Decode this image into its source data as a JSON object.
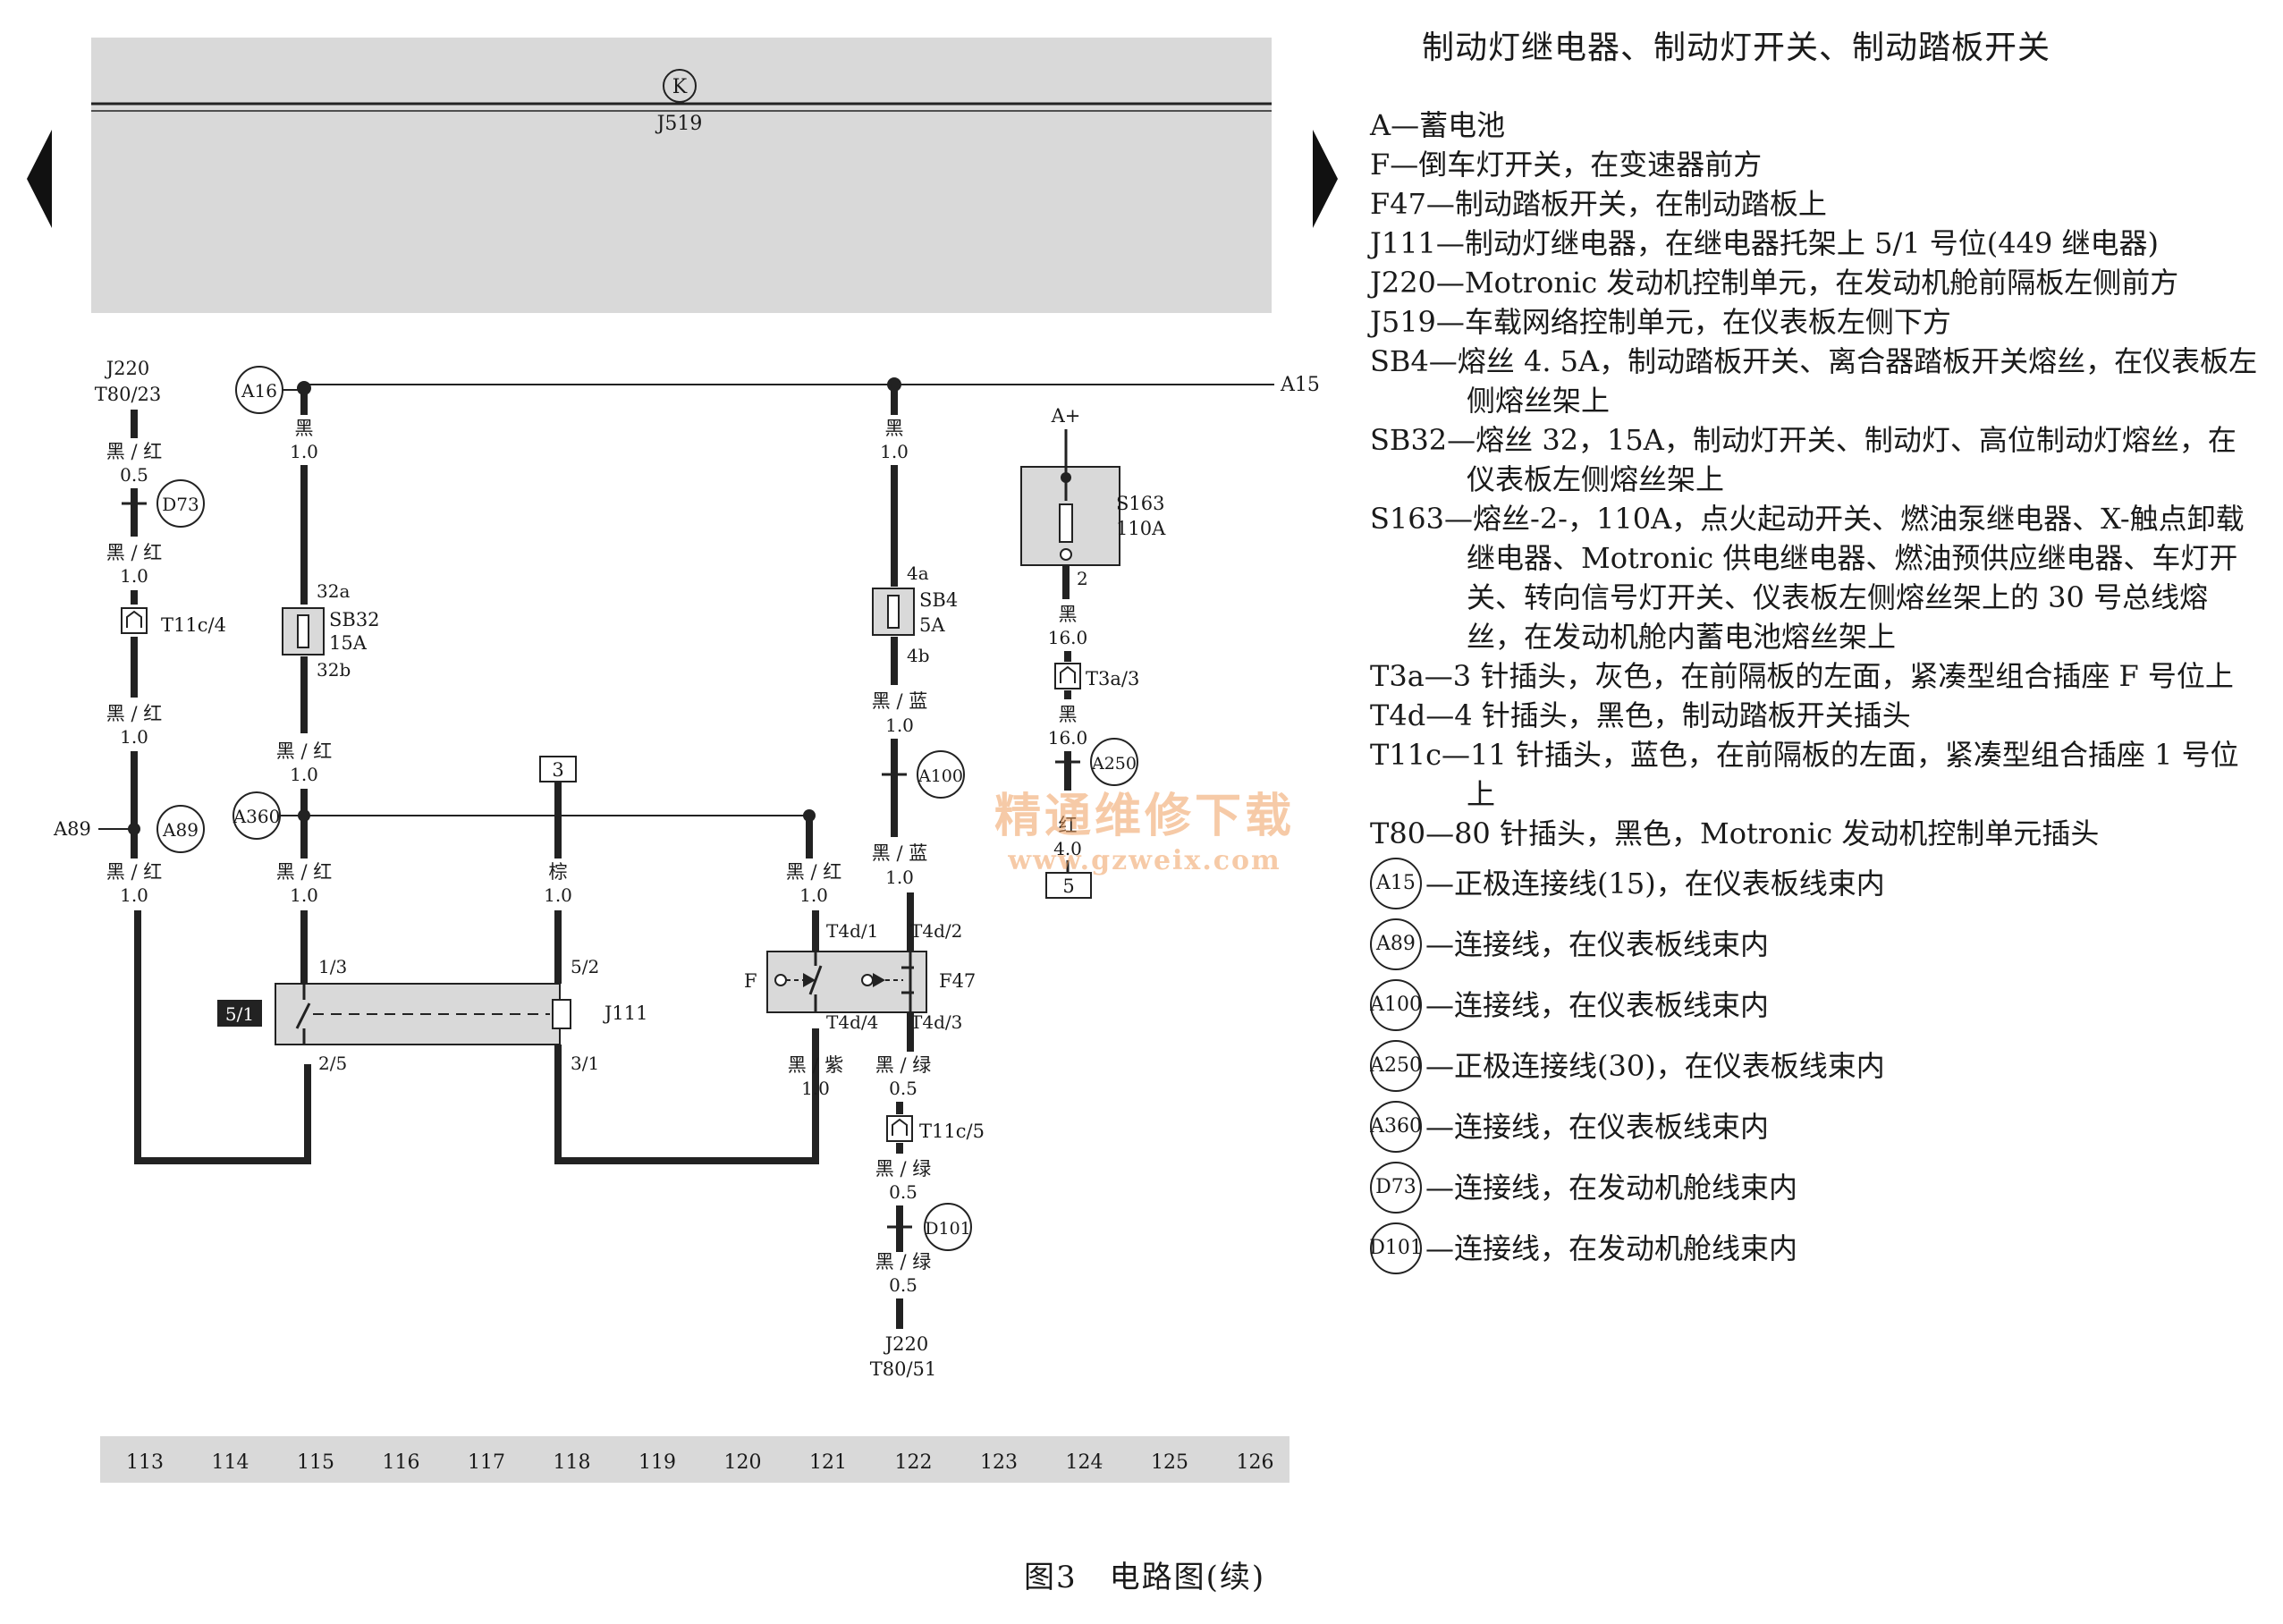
{
  "title": "制动灯继电器、制动灯开关、制动踏板开关",
  "caption": "图3　电路图(续)",
  "watermark": {
    "line1": "精通维修下载",
    "line2": "www.gzweix.com"
  },
  "legend": [
    {
      "code": "A",
      "text": "—蓄电池"
    },
    {
      "code": "F",
      "text": "—倒车灯开关，在变速器前方"
    },
    {
      "code": "F47",
      "text": "—制动踏板开关，在制动踏板上"
    },
    {
      "code": "J111",
      "text": "—制动灯继电器，在继电器托架上 5/1 号位(449 继电器)"
    },
    {
      "code": "J220",
      "text": "—Motronic 发动机控制单元，在发动机舱前隔板左侧前方"
    },
    {
      "code": "J519",
      "text": "—车载网络控制单元，在仪表板左侧下方"
    },
    {
      "code": "SB4",
      "text": "—熔丝 4. 5A，制动踏板开关、离合器踏板开关熔丝，在仪表板左侧熔丝架上"
    },
    {
      "code": "SB32",
      "text": "—熔丝 32，15A，制动灯开关、制动灯、高位制动灯熔丝，在仪表板左侧熔丝架上"
    },
    {
      "code": "S163",
      "text": "—熔丝-2-，110A，点火起动开关、燃油泵继电器、X-触点卸载继电器、Motronic 供电继电器、燃油预供应继电器、车灯开关、转向信号灯开关、仪表板左侧熔丝架上的 30 号总线熔丝，在发动机舱内蓄电池熔丝架上"
    },
    {
      "code": "T3a",
      "text": "—3 针插头，灰色，在前隔板的左面，紧凑型组合插座 F 号位上"
    },
    {
      "code": "T4d",
      "text": "—4 针插头，黑色，制动踏板开关插头"
    },
    {
      "code": "T11c",
      "text": "—11 针插头，蓝色，在前隔板的左面，紧凑型组合插座 1 号位上"
    },
    {
      "code": "T80",
      "text": "—80 针插头，黑色，Motronic 发动机控制单元插头"
    }
  ],
  "connections": [
    {
      "code": "A15",
      "text": "—正极连接线(15)，在仪表板线束内"
    },
    {
      "code": "A89",
      "text": "—连接线，在仪表板线束内"
    },
    {
      "code": "A100",
      "text": "—连接线，在仪表板线束内"
    },
    {
      "code": "A250",
      "text": "—正极连接线(30)，在仪表板线束内"
    },
    {
      "code": "A360",
      "text": "—连接线，在仪表板线束内"
    },
    {
      "code": "D73",
      "text": "—连接线，在发动机舱线束内"
    },
    {
      "code": "D101",
      "text": "—连接线，在发动机舱线束内"
    }
  ],
  "diagram": {
    "header_symbol": "K",
    "header_label": "J519",
    "bus_label": "A15",
    "grid_numbers": [
      "113",
      "114",
      "115",
      "116",
      "117",
      "118",
      "119",
      "120",
      "121",
      "122",
      "123",
      "124",
      "125",
      "126"
    ],
    "col113": {
      "top1": "J220",
      "top2": "T80/23",
      "w1": "黑 / 红",
      "w1g": "0.5",
      "conn": "D73",
      "w2": "黑 / 红",
      "w2g": "1.0",
      "plug": "T11c/4",
      "w3": "黑 / 红",
      "w3g": "1.0",
      "side": "A89",
      "node": "A89",
      "w4": "黑 / 红",
      "w4g": "1.0"
    },
    "col115": {
      "node": "A16",
      "w1": "黑",
      "w1g": "1.0",
      "pin_top": "32a",
      "fuse": "SB32",
      "fuse_val": "15A",
      "pin_bot": "32b",
      "w2": "黑 / 红",
      "w2g": "1.0",
      "node2": "A360",
      "w3": "黑 / 红",
      "w3g": "1.0",
      "relay_pin_top": "1/3",
      "relay_pin_bot": "2/5",
      "relay_pos": "5/1"
    },
    "col118": {
      "box": "3",
      "w1": "棕",
      "w1g": "1.0",
      "relay_pin_top": "5/2",
      "relay_pin_bot": "3/1",
      "relay": "J111"
    },
    "col121": {
      "w1": "黑 / 红",
      "w1g": "1.0",
      "pin_top": "T4d/1",
      "pin_bot": "T4d/4",
      "switch": "F",
      "w2": "黑 / 紫",
      "w2g": "1.0"
    },
    "col122": {
      "w1": "黑",
      "w1g": "1.0",
      "pin_top": "4a",
      "fuse": "SB4",
      "fuse_val": "5A",
      "pin_bot": "4b",
      "w2": "黑 / 蓝",
      "w2g": "1.0",
      "conn": "A100",
      "w3": "黑 / 蓝",
      "w3g": "1.0",
      "sw_pin_top": "T4d/2",
      "switch": "F47",
      "sw_pin_bot": "T4d/3",
      "w4": "黑 / 绿",
      "w4g": "0.5",
      "plug": "T11c/5",
      "w5": "黑 / 绿",
      "w5g": "0.5",
      "conn2": "D101",
      "w6": "黑 / 绿",
      "w6g": "0.5",
      "bot1": "J220",
      "bot2": "T80/51"
    },
    "col124": {
      "top": "A+",
      "fuse": "S163",
      "fuse_val": "110A",
      "pin": "2",
      "w1": "黑",
      "w1g": "16.0",
      "plug": "T3a/3",
      "w2": "黑",
      "w2g": "16.0",
      "conn": "A250",
      "w3": "红",
      "w3g": "4.0",
      "box": "5"
    }
  }
}
